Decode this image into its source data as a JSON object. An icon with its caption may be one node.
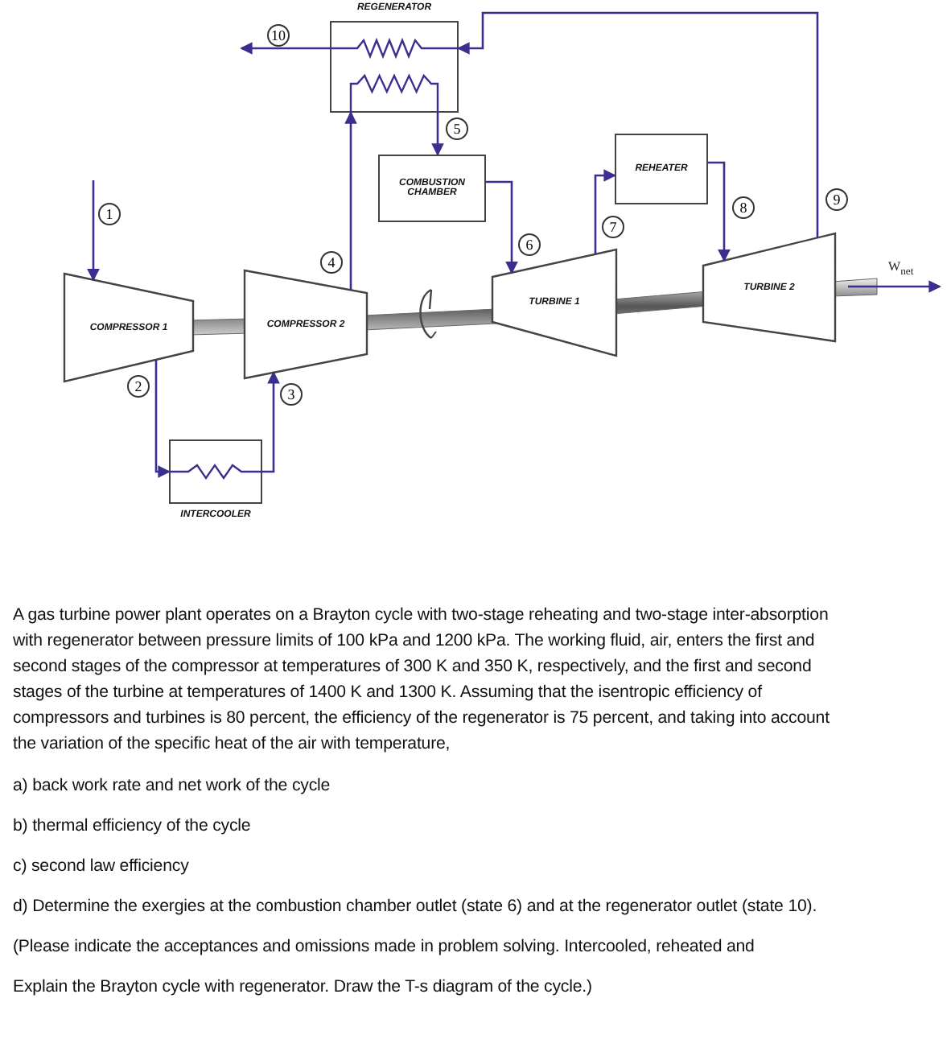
{
  "diagram": {
    "nodes": [
      {
        "text": [
          "COMPRESSOR 1"
        ]
      },
      {
        "text": [
          "COMPRESSOR 2"
        ]
      },
      {
        "text": [
          "INTERCOOLER"
        ]
      },
      {
        "text": [
          "REGENERATOR"
        ]
      },
      {
        "text": [
          "COMBUSTION CHAMBER"
        ]
      },
      {
        "text": [
          "TURBINE 1"
        ]
      },
      {
        "text": [
          "REHEATER"
        ]
      },
      {
        "text": [
          "TURBINE 2"
        ]
      }
    ],
    "edges": [
      {
        "from": null,
        "to": 0,
        "arrow": "to",
        "label": "1"
      },
      {
        "from": 0,
        "to": 2,
        "arrow": "to",
        "label": "2"
      },
      {
        "from": 2,
        "to": 1,
        "arrow": "to",
        "label": "3"
      },
      {
        "from": 1,
        "to": 3,
        "arrow": "to",
        "label": "4"
      },
      {
        "from": 3,
        "to": 4,
        "arrow": "to",
        "label": "5"
      },
      {
        "from": 4,
        "to": 5,
        "arrow": "to",
        "label": "6"
      },
      {
        "from": 5,
        "to": 6,
        "arrow": "to",
        "label": "7"
      },
      {
        "from": 6,
        "to": 7,
        "arrow": "to",
        "label": "8"
      },
      {
        "from": 7,
        "to": 3,
        "arrow": "to",
        "label": "9"
      },
      {
        "from": 3,
        "to": null,
        "arrow": "to",
        "label": "10"
      }
    ],
    "labels": [
      "W$_{net}$",
      "A gas turbine power plant operates on a Brayton cycle with two-stage reheating and two-stage inter-absorption with regenerator between pressure limits of 100 kPa and 1200 kPa. The working fluid, air, enters the first and second stages of the compressor at temperatures of 300 K and 350 K, respectively, and the first and second stages of the turbine at temperatures of 1400 K and 1300 K. Assuming that the isentropic efficiency of compressors and turbines is 80 percent, the efficiency of the regenerator is 75 percent, and taking into account the variation of the specific heat of the air with temperature,",
      "a) back work rate and net work of the cycle",
      "b) thermal efficiency of the cycle",
      "c) second law efficiency",
      "d) Determine the exergies at the combustion chamber outlet (state 6) and at the regenerator outlet (state 10).",
      "(Please indicate the acceptances and omissions made in problem solving. Intercooled, reheated and",
      "Explain the Brayton cycle with regenerator. Draw the T-s diagram of the cycle.)"
    ]
  }
}
